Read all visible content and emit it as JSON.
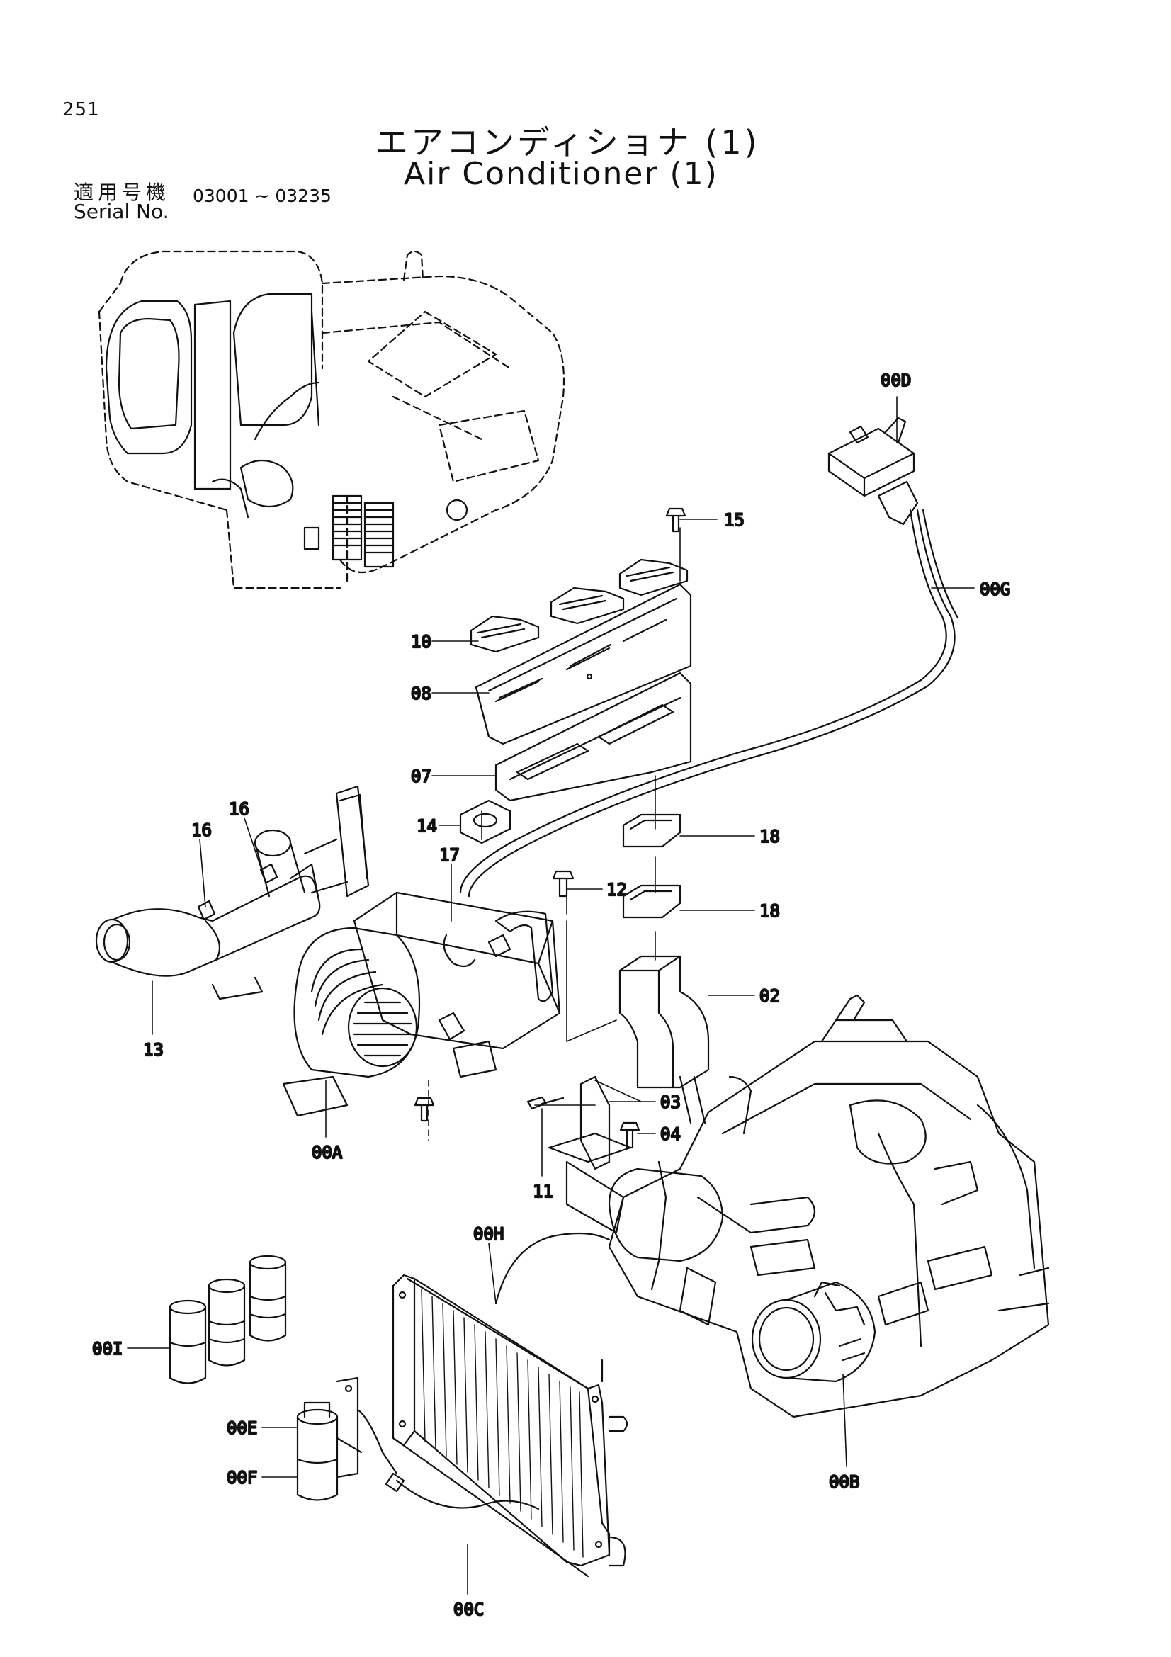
{
  "page": {
    "number": "251"
  },
  "title": {
    "japanese": "エアコンディショナ (1)",
    "english": "Air Conditioner (1)"
  },
  "serial": {
    "label_japanese": "適用号機",
    "label_english": "Serial No.",
    "range": "03001 ~ 03235"
  },
  "callouts": [
    {
      "id": "15",
      "text": "15"
    },
    {
      "id": "00D",
      "text": "00D"
    },
    {
      "id": "00G",
      "text": "00G"
    },
    {
      "id": "10",
      "text": "10"
    },
    {
      "id": "08",
      "text": "08"
    },
    {
      "id": "07",
      "text": "07"
    },
    {
      "id": "14",
      "text": "14"
    },
    {
      "id": "18a",
      "text": "18"
    },
    {
      "id": "16a",
      "text": "16"
    },
    {
      "id": "16b",
      "text": "16"
    },
    {
      "id": "17",
      "text": "17"
    },
    {
      "id": "12",
      "text": "12"
    },
    {
      "id": "18b",
      "text": "18"
    },
    {
      "id": "02",
      "text": "02"
    },
    {
      "id": "13",
      "text": "13"
    },
    {
      "id": "03",
      "text": "03"
    },
    {
      "id": "04",
      "text": "04"
    },
    {
      "id": "00A",
      "text": "00A"
    },
    {
      "id": "11",
      "text": "11"
    },
    {
      "id": "00H",
      "text": "00H"
    },
    {
      "id": "00I",
      "text": "00I"
    },
    {
      "id": "00E",
      "text": "00E"
    },
    {
      "id": "00F",
      "text": "00F"
    },
    {
      "id": "00B",
      "text": "00B"
    },
    {
      "id": "00C",
      "text": "00C"
    }
  ],
  "colors": {
    "line": "#111111",
    "background": "#ffffff"
  }
}
